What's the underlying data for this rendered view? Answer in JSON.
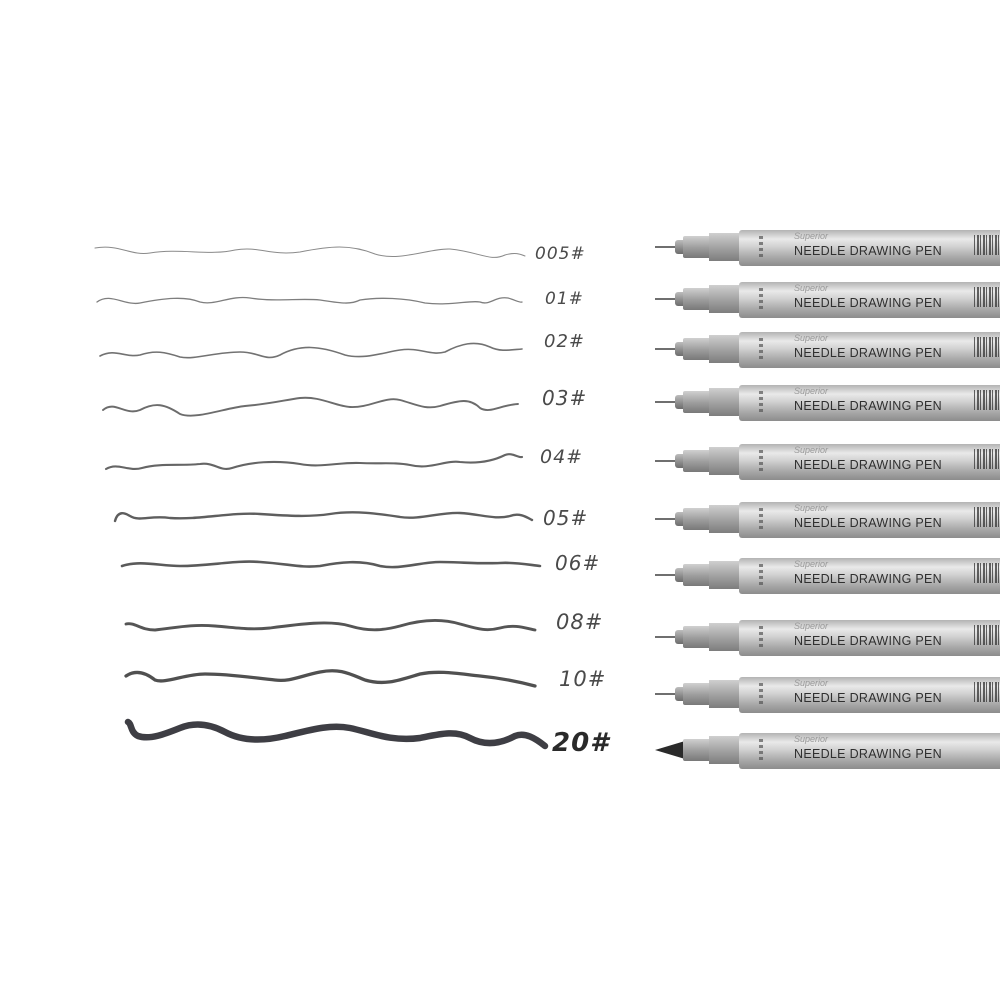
{
  "image": {
    "description": "Comparison of needle drawing pen line widths with wavy sample strokes and matching pens",
    "background": "#ffffff"
  },
  "samples": [
    {
      "label": "005#",
      "stroke_width": 1.0,
      "color": "#8a8a8a"
    },
    {
      "label": "01#",
      "stroke_width": 1.3,
      "color": "#7e7e7e"
    },
    {
      "label": "02#",
      "stroke_width": 1.6,
      "color": "#727272"
    },
    {
      "label": "03#",
      "stroke_width": 1.9,
      "color": "#6c6c6c"
    },
    {
      "label": "04#",
      "stroke_width": 2.1,
      "color": "#656565"
    },
    {
      "label": "05#",
      "stroke_width": 2.4,
      "color": "#5e5e5e"
    },
    {
      "label": "06#",
      "stroke_width": 2.6,
      "color": "#5a5a5a"
    },
    {
      "label": "08#",
      "stroke_width": 2.9,
      "color": "#555555"
    },
    {
      "label": "10#",
      "stroke_width": 3.3,
      "color": "#505050"
    },
    {
      "label": "20#",
      "stroke_width": 6.5,
      "color": "#3e3e44"
    }
  ],
  "pens": [
    {
      "size": "005#",
      "name": "NEEDLE DRAWING PEN",
      "brand": "Superior",
      "tip": "needle"
    },
    {
      "size": "01#",
      "name": "NEEDLE DRAWING PEN",
      "brand": "Superior",
      "tip": "needle"
    },
    {
      "size": "02#",
      "name": "NEEDLE DRAWING PEN",
      "brand": "Superior",
      "tip": "needle"
    },
    {
      "size": "03#",
      "name": "NEEDLE DRAWING PEN",
      "brand": "Superior",
      "tip": "needle"
    },
    {
      "size": "04#",
      "name": "NEEDLE DRAWING PEN",
      "brand": "Superior",
      "tip": "needle"
    },
    {
      "size": "05#",
      "name": "NEEDLE DRAWING PEN",
      "brand": "Superior",
      "tip": "needle"
    },
    {
      "size": "06#",
      "name": "NEEDLE DRAWING PEN",
      "brand": "Superior",
      "tip": "needle"
    },
    {
      "size": "08#",
      "name": "NEEDLE DRAWING PEN",
      "brand": "Superior",
      "tip": "needle"
    },
    {
      "size": "10#",
      "name": "NEEDLE DRAWING PEN",
      "brand": "Superior",
      "tip": "needle"
    },
    {
      "size": "20#",
      "name": "NEEDLE DRAWING PEN",
      "brand": "Superior",
      "tip": "brush"
    }
  ]
}
